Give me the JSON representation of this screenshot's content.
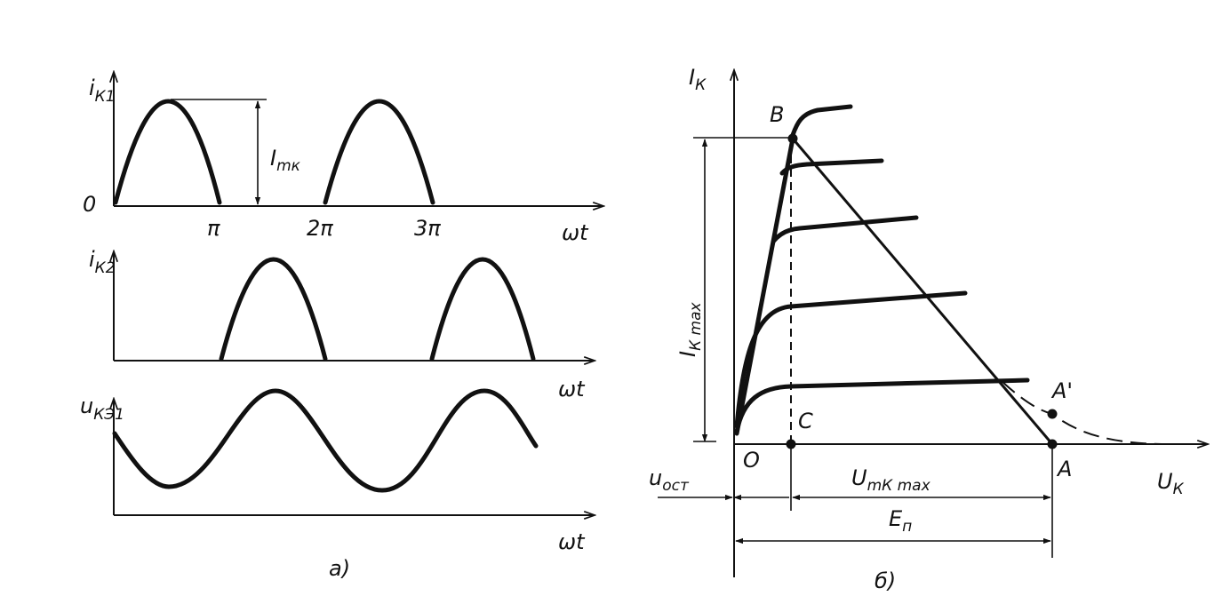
{
  "panel_a": {
    "plot1": {
      "y_label_main": "i",
      "y_label_sub": "К1",
      "zero_label": "0",
      "tick_pi": "π",
      "tick_2pi": "2π",
      "tick_3pi": "3π",
      "x_label": "ωt",
      "amplitude_label_main": "I",
      "amplitude_label_sub": "mк"
    },
    "plot2": {
      "y_label_main": "i",
      "y_label_sub": "К2",
      "x_label": "ωt"
    },
    "plot3": {
      "y_label_main": "u",
      "y_label_sub": "КЭ1",
      "x_label": "ωt"
    },
    "caption": "а)"
  },
  "panel_b": {
    "y_label_main": "I",
    "y_label_sub": "К",
    "x_label_main": "U",
    "x_label_sub": "К",
    "point_B": "B",
    "point_C": "C",
    "point_O": "O",
    "point_A": "A",
    "point_A_prime": "A'",
    "ikmax_label_main": "I",
    "ikmax_label_sub": "К max",
    "uost_label_main": "u",
    "uost_label_sub": "ост",
    "umkmax_label_main": "U",
    "umkmax_label_sub": "mК max",
    "en_label_main": "E",
    "en_label_sub": "п",
    "caption": "б)"
  }
}
